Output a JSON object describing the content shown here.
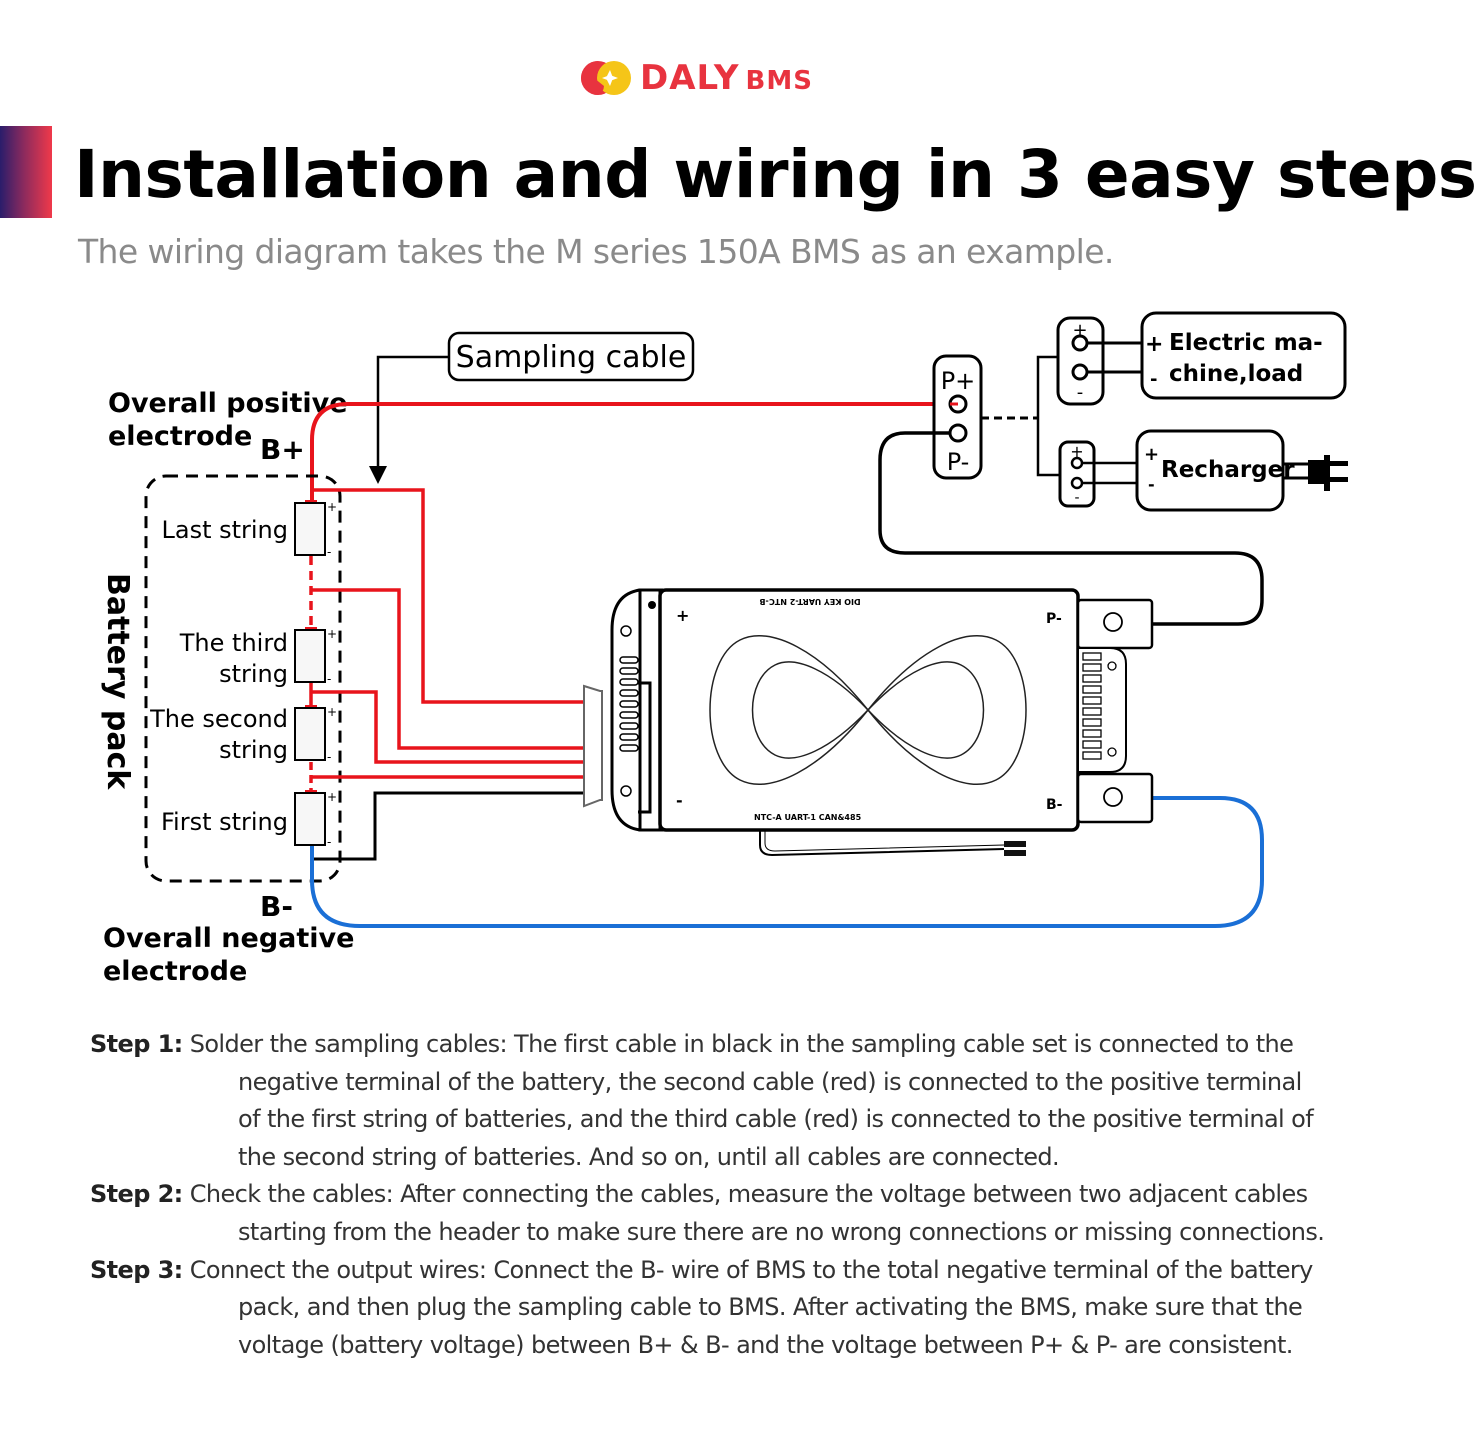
{
  "brand": {
    "name": "DALY",
    "suffix": "BMS",
    "color_primary": "#e8333f",
    "color_secondary": "#f5c518"
  },
  "header": {
    "title": "Installation and wiring in 3 easy steps",
    "subtitle": "The wiring diagram takes the M series 150A BMS as an example.",
    "accent_gradient": [
      "#2a1d6b",
      "#f0394a"
    ]
  },
  "diagram": {
    "colors": {
      "positive_wire": "#e8141c",
      "negative_wire": "#1a6fd6",
      "neutral_wire": "#000000"
    },
    "labels": {
      "sampling_cable": "Sampling cable",
      "overall_positive_line1": "Overall positive",
      "overall_positive_line2": "electrode",
      "b_plus": "B+",
      "b_minus": "B-",
      "overall_negative_line1": "Overall negative",
      "overall_negative_line2": "electrode",
      "battery_pack": "Battery pack"
    },
    "battery_strings": [
      {
        "line1": "Last string",
        "line2": ""
      },
      {
        "line1": "The third",
        "line2": "string"
      },
      {
        "line1": "The second",
        "line2": "string"
      },
      {
        "line1": "First string",
        "line2": ""
      }
    ],
    "cell_plus": "+",
    "cell_minus": "-",
    "p_terminal": {
      "plus": "P+",
      "minus": "P-"
    },
    "load": {
      "plus": "+",
      "minus": "-",
      "line1": "Electric ma-",
      "line2": "chine,load"
    },
    "charger": {
      "plus": "+",
      "minus": "-",
      "label": "Recharger"
    },
    "bms_board": {
      "top_ports": "DIO   KEY   UART-2   NTC-B",
      "bottom_ports": "NTC-A   UART-1   CAN&485",
      "plus": "+",
      "minus": "-",
      "p_minus": "P-",
      "b_minus": "B-"
    }
  },
  "steps": [
    {
      "label": "Step 1:",
      "first_line": " Solder the sampling cables: The first cable in black in the sampling cable set is connected to the",
      "rest_lines": [
        "negative terminal of the battery, the second cable (red) is connected to the positive terminal",
        "of the first string of batteries, and the third cable (red) is connected to the positive terminal of",
        "the second string of batteries. And so on, until all cables are connected."
      ]
    },
    {
      "label": "Step 2:",
      "first_line": " Check the cables: After connecting the cables, measure the voltage between two adjacent cables",
      "rest_lines": [
        "starting from the header to make sure there are no wrong connections or missing connections."
      ]
    },
    {
      "label": "Step 3:",
      "first_line": " Connect the output wires: Connect the B- wire of BMS to the total negative terminal of the battery",
      "rest_lines": [
        "pack, and then plug the sampling cable to BMS. After activating the BMS, make sure that the",
        "voltage (battery voltage) between B+ & B- and the voltage between P+ & P- are consistent."
      ]
    }
  ]
}
